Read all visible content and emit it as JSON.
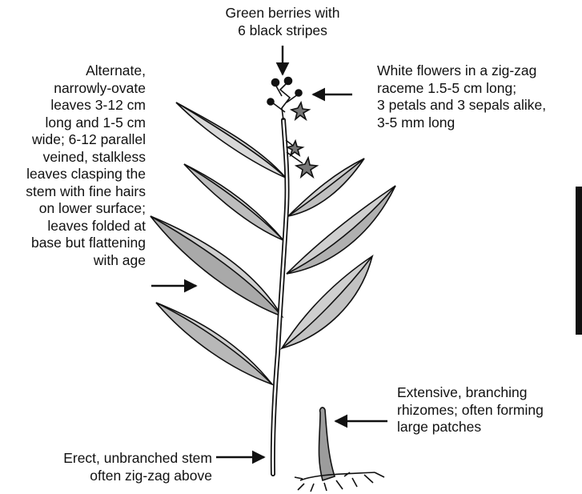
{
  "labels": {
    "berries": "Green berries with\n6 black stripes",
    "flowers": "White flowers in a zig-zag\nraceme 1.5-5 cm long;\n3 petals and 3 sepals alike,\n3-5 mm long",
    "leaves": "Alternate,\nnarrowly-ovate\nleaves 3-12 cm\nlong and 1-5 cm\nwide; 6-12 parallel\nveined, stalkless\nleaves clasping the\nstem with fine hairs\non lower surface;\nleaves folded at\nbase but flattening\nwith age",
    "rhizomes": "Extensive, branching\nrhizomes; often forming\nlarge patches",
    "stem": "Erect, unbranched stem\noften zig-zag above"
  },
  "colors": {
    "ink": "#111111",
    "leaf_fill": "#cfcfcf",
    "leaf_dark": "#7a7a7a"
  }
}
